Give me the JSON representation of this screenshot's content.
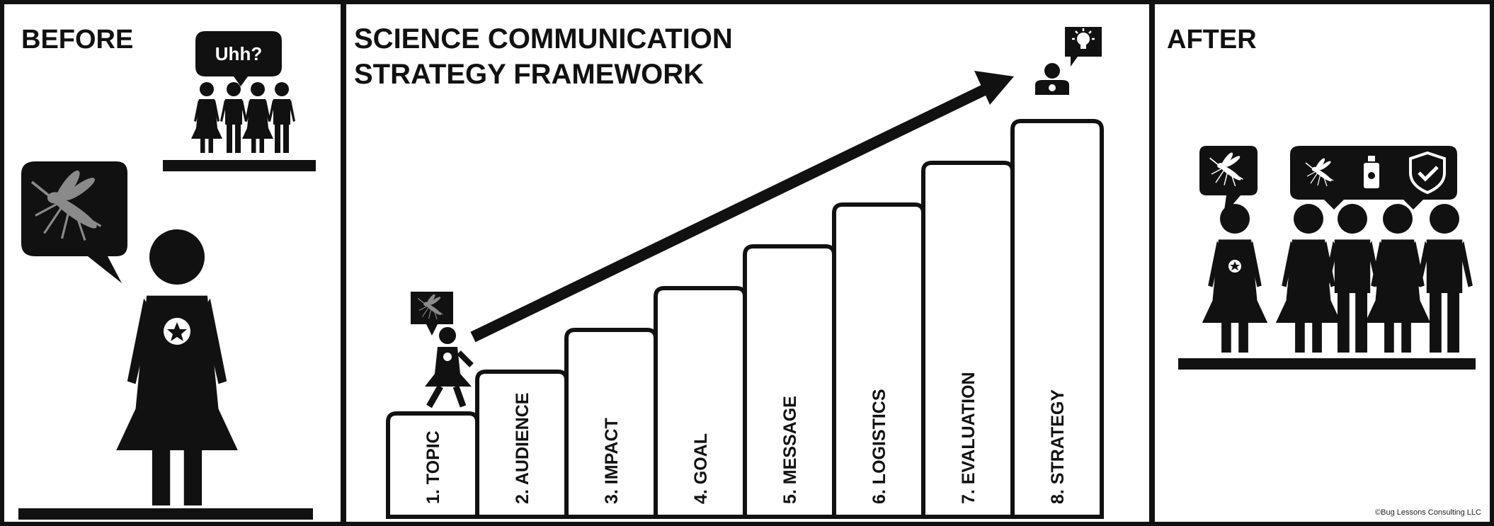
{
  "panels": {
    "before": {
      "title": "BEFORE",
      "speech": "Uhh?"
    },
    "framework": {
      "title_line1": "SCIENCE COMMUNICATION",
      "title_line2": "STRATEGY FRAMEWORK",
      "steps": [
        {
          "label": "1. TOPIC"
        },
        {
          "label": "2. AUDIENCE"
        },
        {
          "label": "3. IMPACT"
        },
        {
          "label": "4. GOAL"
        },
        {
          "label": "5. MESSAGE"
        },
        {
          "label": "6. LOGISTICS"
        },
        {
          "label": "7. EVALUATION"
        },
        {
          "label": "8. STRATEGY"
        }
      ]
    },
    "after": {
      "title": "AFTER",
      "copyright": "©Bug Lessons Consulting LLC"
    }
  },
  "icons": [
    "mosquito-icon",
    "spray-bottle-icon",
    "shield-check-icon",
    "lightbulb-icon",
    "star-icon"
  ],
  "colors": {
    "ink": "#111111",
    "paper": "#ffffff",
    "mosquito": "#8a8a8a"
  }
}
